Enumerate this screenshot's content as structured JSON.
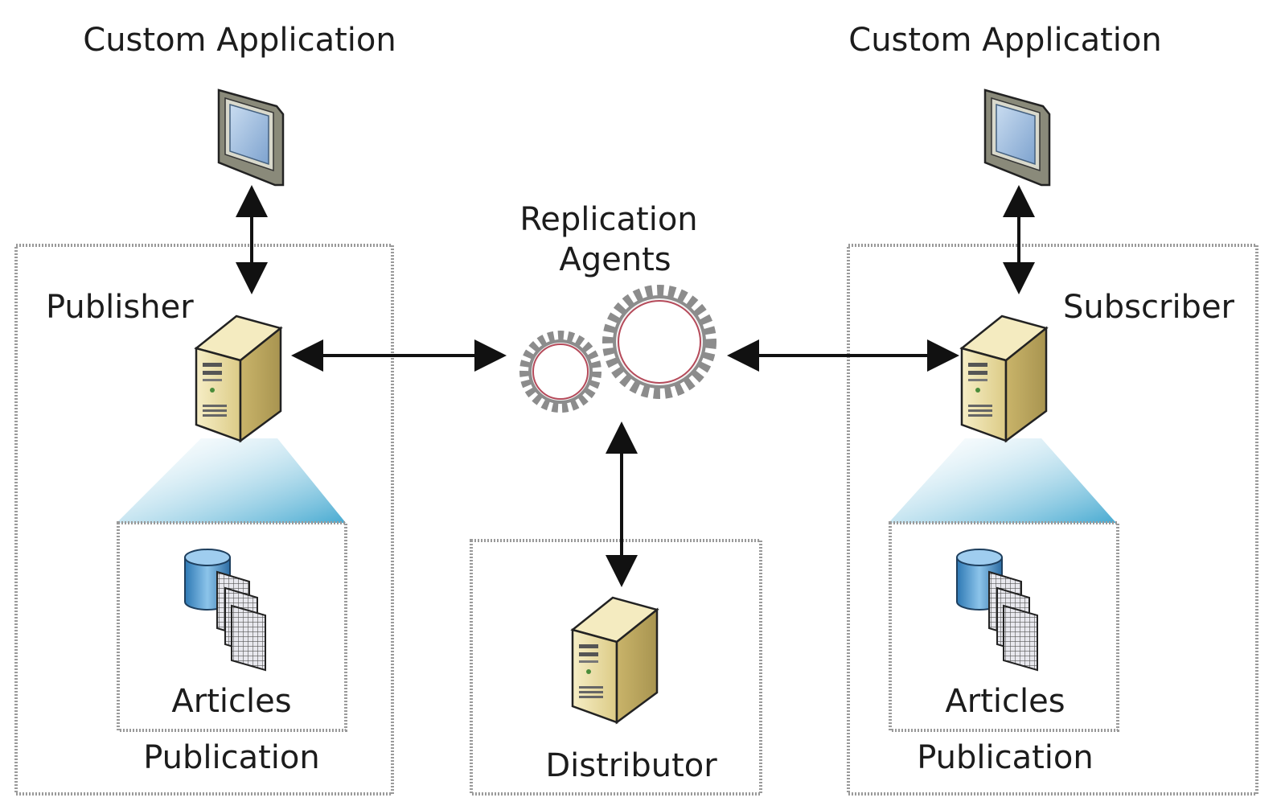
{
  "left_app": {
    "label": "Custom Application"
  },
  "right_app": {
    "label": "Custom Application"
  },
  "agents": {
    "label_line1": "Replication",
    "label_line2": "Agents"
  },
  "publisher": {
    "label": "Publisher",
    "articles_label": "Articles",
    "publication_label": "Publication"
  },
  "subscriber": {
    "label": "Subscriber",
    "articles_label": "Articles",
    "publication_label": "Publication"
  },
  "distributor": {
    "label": "Distributor"
  },
  "colors": {
    "box_border": "#9a9a9a",
    "arrow": "#111111",
    "server_body": "#ede0a8",
    "gear": "#8c8c8c",
    "gear_ring": "#b54a5a",
    "beam": "#3ea6cf",
    "cylinder": "#5aa0d0"
  }
}
